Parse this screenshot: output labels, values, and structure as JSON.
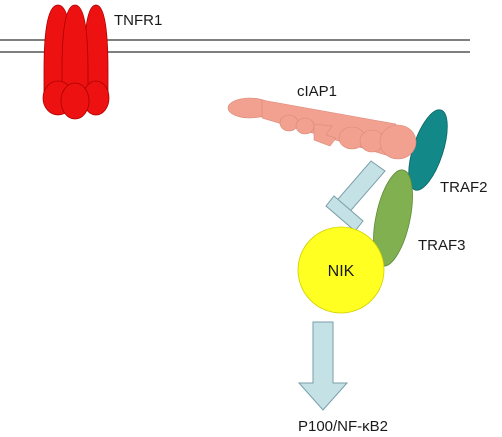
{
  "diagram": {
    "labels": {
      "tnfr1": "TNFR1",
      "ciap1": "cIAP1",
      "traf2": "TRAF2",
      "traf3": "TRAF3",
      "nik": "NIK",
      "product": "P100/NF-κB2"
    },
    "colors": {
      "tnfr1": "#ee1111",
      "ciap1": "#f2a090",
      "traf2": "#128888",
      "traf3": "#80b050",
      "nik": "#ffff22",
      "arrow_fill": "#c4e2e6",
      "arrow_stroke": "#7a9ea8",
      "membrane": "#333333"
    },
    "relations": [
      {
        "from": "ciap1",
        "to": "nik",
        "type": "inhibition"
      },
      {
        "from": "nik",
        "to": "product",
        "type": "activation"
      }
    ]
  }
}
